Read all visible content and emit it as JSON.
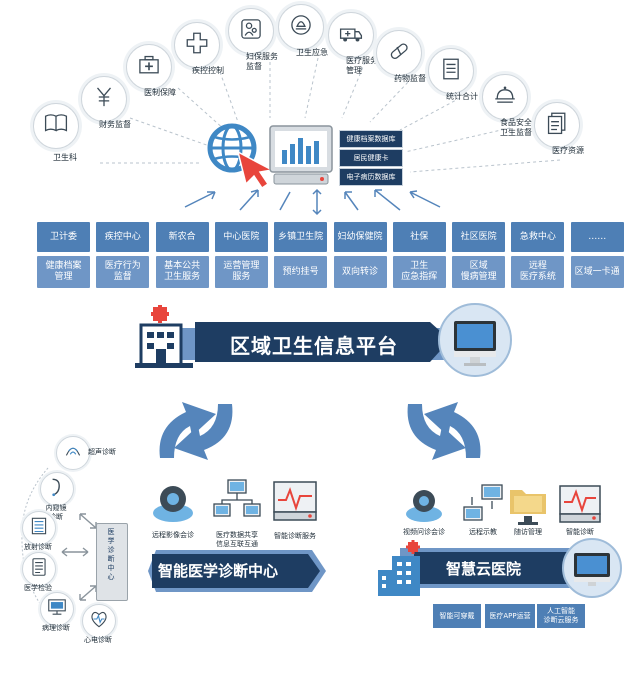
{
  "arc_items": [
    {
      "label": "卫生科",
      "icon": "book-icon"
    },
    {
      "label": "财务监督",
      "icon": "yuan-icon"
    },
    {
      "label": "医制保障",
      "icon": "medical-kit-icon"
    },
    {
      "label": "疾控控制",
      "icon": "medical-cross-icon"
    },
    {
      "label": "妇保服务\n监督",
      "icon": "mother-child-icon"
    },
    {
      "label": "卫生应急",
      "icon": "emergency-icon"
    },
    {
      "label": "医疗服务\n管理",
      "icon": "ambulance-icon"
    },
    {
      "label": "药物监督",
      "icon": "pill-icon"
    },
    {
      "label": "统计合计",
      "icon": "document-icon"
    },
    {
      "label": "食品安全\n卫生监督",
      "icon": "dish-icon"
    },
    {
      "label": "医疗资源",
      "icon": "files-icon"
    }
  ],
  "databases": [
    "健康档案数据库",
    "居民健康卡",
    "电子病历数据库"
  ],
  "grid_row1": [
    "卫计委",
    "疾控中心",
    "新农合",
    "中心医院",
    "乡镇卫生院",
    "妇幼保健院",
    "社保",
    "社区医院",
    "急救中心",
    "……"
  ],
  "grid_row2": [
    "健康档案\n管理",
    "医疗行为\n监督",
    "基本公共\n卫生服务",
    "运营管理\n服务",
    "预约挂号",
    "双向转诊",
    "卫生\n应急指挥",
    "区域\n慢病管理",
    "远程\n医疗系统",
    "区域一卡通"
  ],
  "platform_title": "区域卫生信息平台",
  "diagnosis": {
    "title": "智能医学诊断中心",
    "center_label": "医\n学\n诊\n断\n中\n心",
    "side_items": [
      "超声诊断",
      "内窥镜\n诊断",
      "放射诊断",
      "医学检验",
      "病理诊断",
      "心电诊断"
    ],
    "services": [
      "远程影像会诊",
      "医疗数据共享\n信息互联互通",
      "智能诊断服务"
    ]
  },
  "cloud": {
    "title": "智慧云医院",
    "services": [
      "视频问诊会诊",
      "远程示教",
      "随访管理",
      "智能诊断"
    ],
    "buttons": [
      "智能可穿戴",
      "医疗APP运营",
      "人工智能\n诊断云服务"
    ]
  },
  "colors": {
    "dark_blue": "#1e3d62",
    "mid_blue": "#4e7fb5",
    "light_blue": "#6f96c6",
    "accent_red": "#e8453c",
    "arrow_blue": "#5585bb"
  }
}
